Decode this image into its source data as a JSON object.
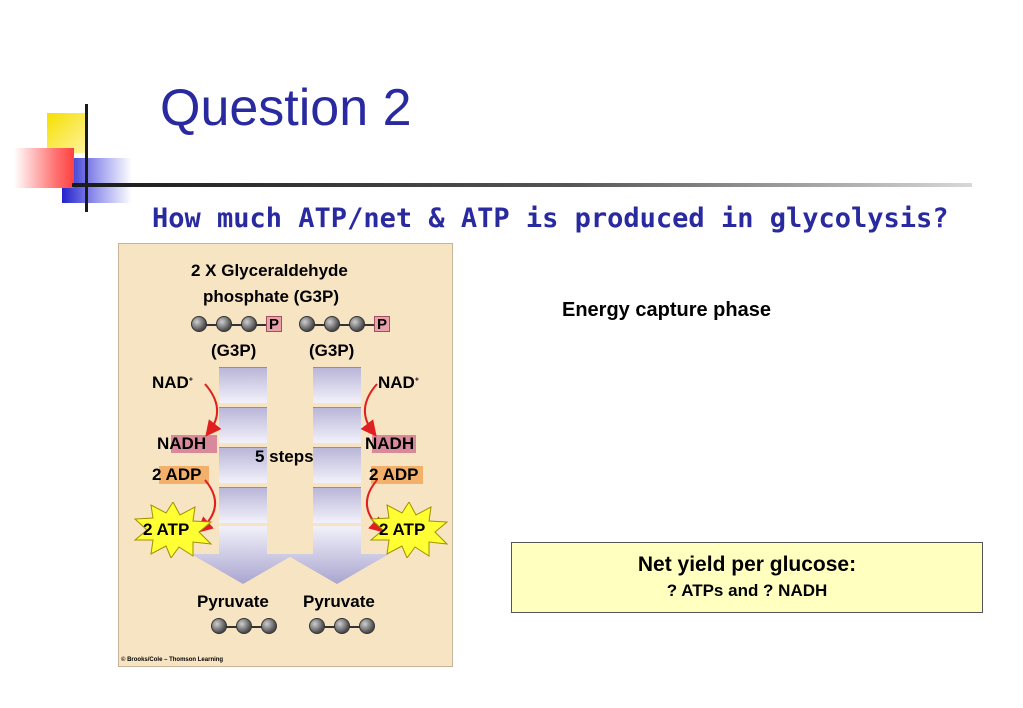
{
  "slide": {
    "title": "Question 2",
    "subtitle": "How much ATP/net & ATP is produced in glycolysis?"
  },
  "diagram": {
    "heading_line1": "2 X Glyceraldehyde",
    "heading_line2": "phosphate (G3P)",
    "phosphate": "P",
    "g3p_left": "(G3P)",
    "g3p_right": "(G3P)",
    "nad_plus": "NAD",
    "plus": "+",
    "nadh": "NADH",
    "steps": "5 steps",
    "adp": "2 ADP",
    "atp": "2 ATP",
    "pyruvate": "Pyruvate",
    "credit": "© Brooks/Cole – Thomson Learning"
  },
  "energy_label": "Energy capture phase",
  "yield_box": {
    "line1": "Net yield per glucose:",
    "line2": "? ATPs and ? NADH"
  },
  "colors": {
    "title": "#2a2aa0",
    "panel": "#f7e4c3",
    "yield_box": "#ffffc0",
    "atp_star": "#ffff33",
    "arrow_red": "#e02020"
  }
}
